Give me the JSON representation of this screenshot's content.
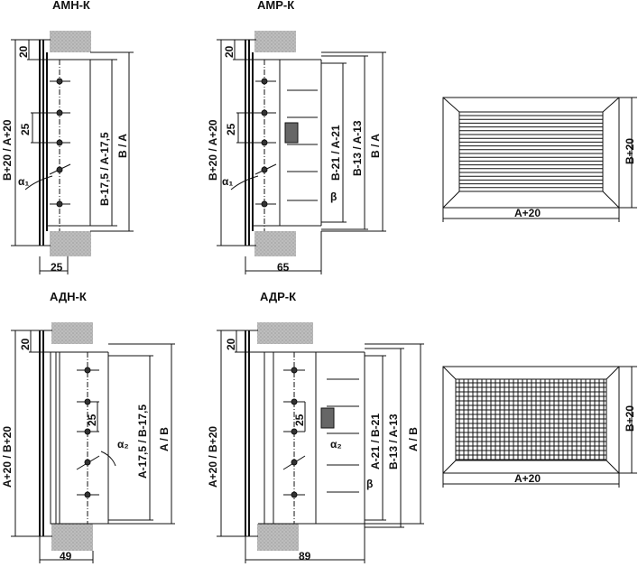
{
  "views": {
    "amn": {
      "title": "АМН-К",
      "dim_top": "20",
      "dim_pitch": "25",
      "dim_height": "B+20 / A+20",
      "dim_inner": "B-17,5 / A-17,5",
      "dim_opening": "B / A",
      "dim_depth": "25",
      "angle": "α₁"
    },
    "amr": {
      "title": "АМР-К",
      "dim_top": "20",
      "dim_pitch": "25",
      "dim_height": "B+20 / A+20",
      "dim_inner1": "B-21 / A-21",
      "dim_inner2": "B-13 / A-13",
      "dim_opening": "B / A",
      "dim_depth": "65",
      "angle_a": "α₁",
      "angle_b": "β"
    },
    "adn": {
      "title": "АДН-К",
      "dim_top": "20",
      "dim_pitch": "25",
      "dim_height": "A+20 / B+20",
      "dim_inner": "A-17,5 / B-17,5",
      "dim_opening": "A / B",
      "dim_depth": "49",
      "angle": "α₂"
    },
    "adr": {
      "title": "АДР-К",
      "dim_top": "20",
      "dim_pitch": "25",
      "dim_height": "A+20 / B+20",
      "dim_inner1": "A-21 / B-21",
      "dim_inner2": "B-13 / A-13",
      "dim_opening": "A / B",
      "dim_depth": "89",
      "angle_a": "α₂",
      "angle_b": "β"
    }
  },
  "front_single": {
    "width": "A+20",
    "height": "B+20"
  },
  "front_double": {
    "width": "A+20",
    "height": "B+20"
  }
}
